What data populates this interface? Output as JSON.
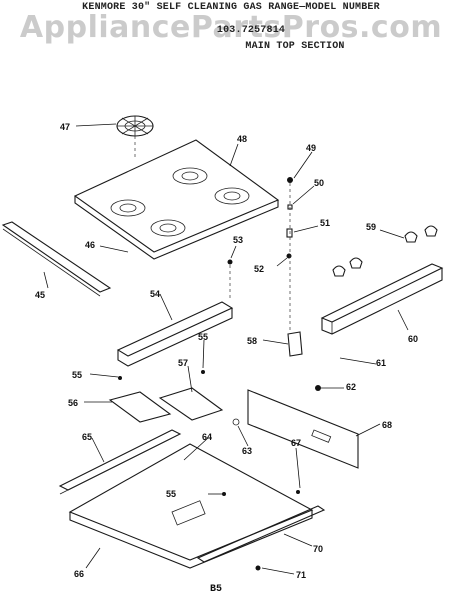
{
  "header": {
    "line1": "KENMORE 30\" SELF CLEANING GAS RANGE—MODEL NUMBER",
    "line2": "103.7257814",
    "line3": "MAIN TOP SECTION"
  },
  "watermark": "AppliancePartsPros.com",
  "page_number": "B5",
  "callouts": [
    "47",
    "48",
    "49",
    "50",
    "51",
    "52",
    "53",
    "54",
    "55",
    "56",
    "57",
    "58",
    "59",
    "60",
    "61",
    "62",
    "63",
    "64",
    "65",
    "66",
    "67",
    "68",
    "45",
    "46",
    "70",
    "71"
  ]
}
